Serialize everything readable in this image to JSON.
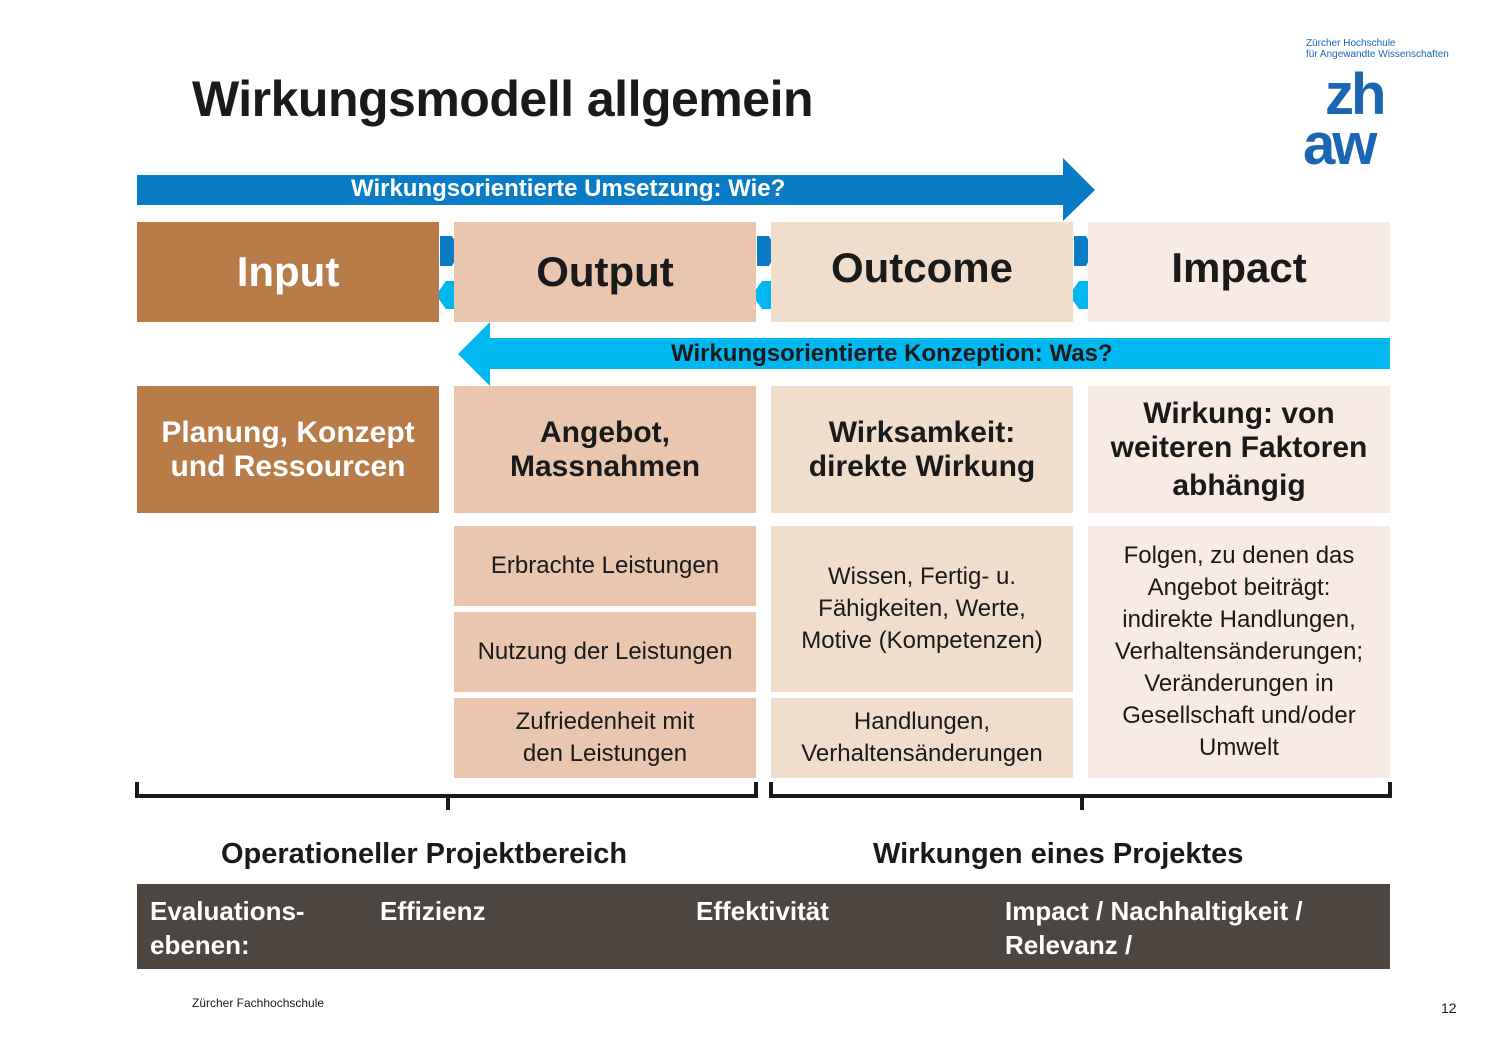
{
  "title": "Wirkungsmodell allgemein",
  "logo": {
    "line1": "Zürcher Hochschule",
    "line2": "für Angewandte Wissenschaften",
    "mark_top": "zh",
    "mark_bottom": "aw",
    "color": "#1a66b2"
  },
  "arrows": {
    "top_label": "Wirkungsorientierte Umsetzung: Wie?",
    "top_color": "#0a7cc6",
    "bottom_label": "Wirkungsorientierte Konzeption: Was?",
    "bottom_color": "#00b7f0"
  },
  "stages": [
    {
      "key": "input",
      "label": "Input",
      "color": "#b87c49"
    },
    {
      "key": "output",
      "label": "Output",
      "color": "#e9c6ad"
    },
    {
      "key": "outcome",
      "label": "Outcome",
      "color": "#f1ddcc"
    },
    {
      "key": "impact",
      "label": "Impact",
      "color": "#f7ebe4"
    }
  ],
  "descriptions": {
    "input": [
      "Planung, Konzept",
      "und Ressourcen"
    ],
    "output": [
      "Angebot,",
      "Massnahmen"
    ],
    "outcome": [
      "Wirksamkeit:",
      "direkte Wirkung"
    ],
    "impact": [
      "Wirkung: von",
      "weiteren Faktoren",
      "abhängig"
    ]
  },
  "details": {
    "output": [
      [
        "Erbrachte Leistungen"
      ],
      [
        "Nutzung der Leistungen"
      ],
      [
        "Zufriedenheit mit",
        "den Leistungen"
      ]
    ],
    "outcome": [
      [
        "Wissen, Fertig- u.",
        "Fähigkeiten, Werte,",
        "Motive (Kompetenzen)"
      ],
      [
        "Handlungen,",
        "Verhaltensänderungen"
      ]
    ],
    "impact": [
      [
        "Folgen, zu denen das",
        "Angebot beiträgt:",
        "indirekte Handlungen,",
        "Verhaltensänderungen;",
        "Veränderungen in",
        "Gesellschaft und/oder",
        "Umwelt"
      ]
    ]
  },
  "ranges": {
    "left": "Operationeller Projektbereich",
    "right": "Wirkungen eines Projektes"
  },
  "evaluation": {
    "label_line1": "Evaluations-",
    "label_line2": "ebenen:",
    "efficiency": "Effizienz",
    "effectiveness": "Effektivität",
    "impact_line1": "Impact  / Nachhaltigkeit /",
    "impact_line2": "Relevanz /",
    "bar_color": "#4d4540"
  },
  "footer": "Zürcher  Fachhochschule",
  "page_number": "12"
}
